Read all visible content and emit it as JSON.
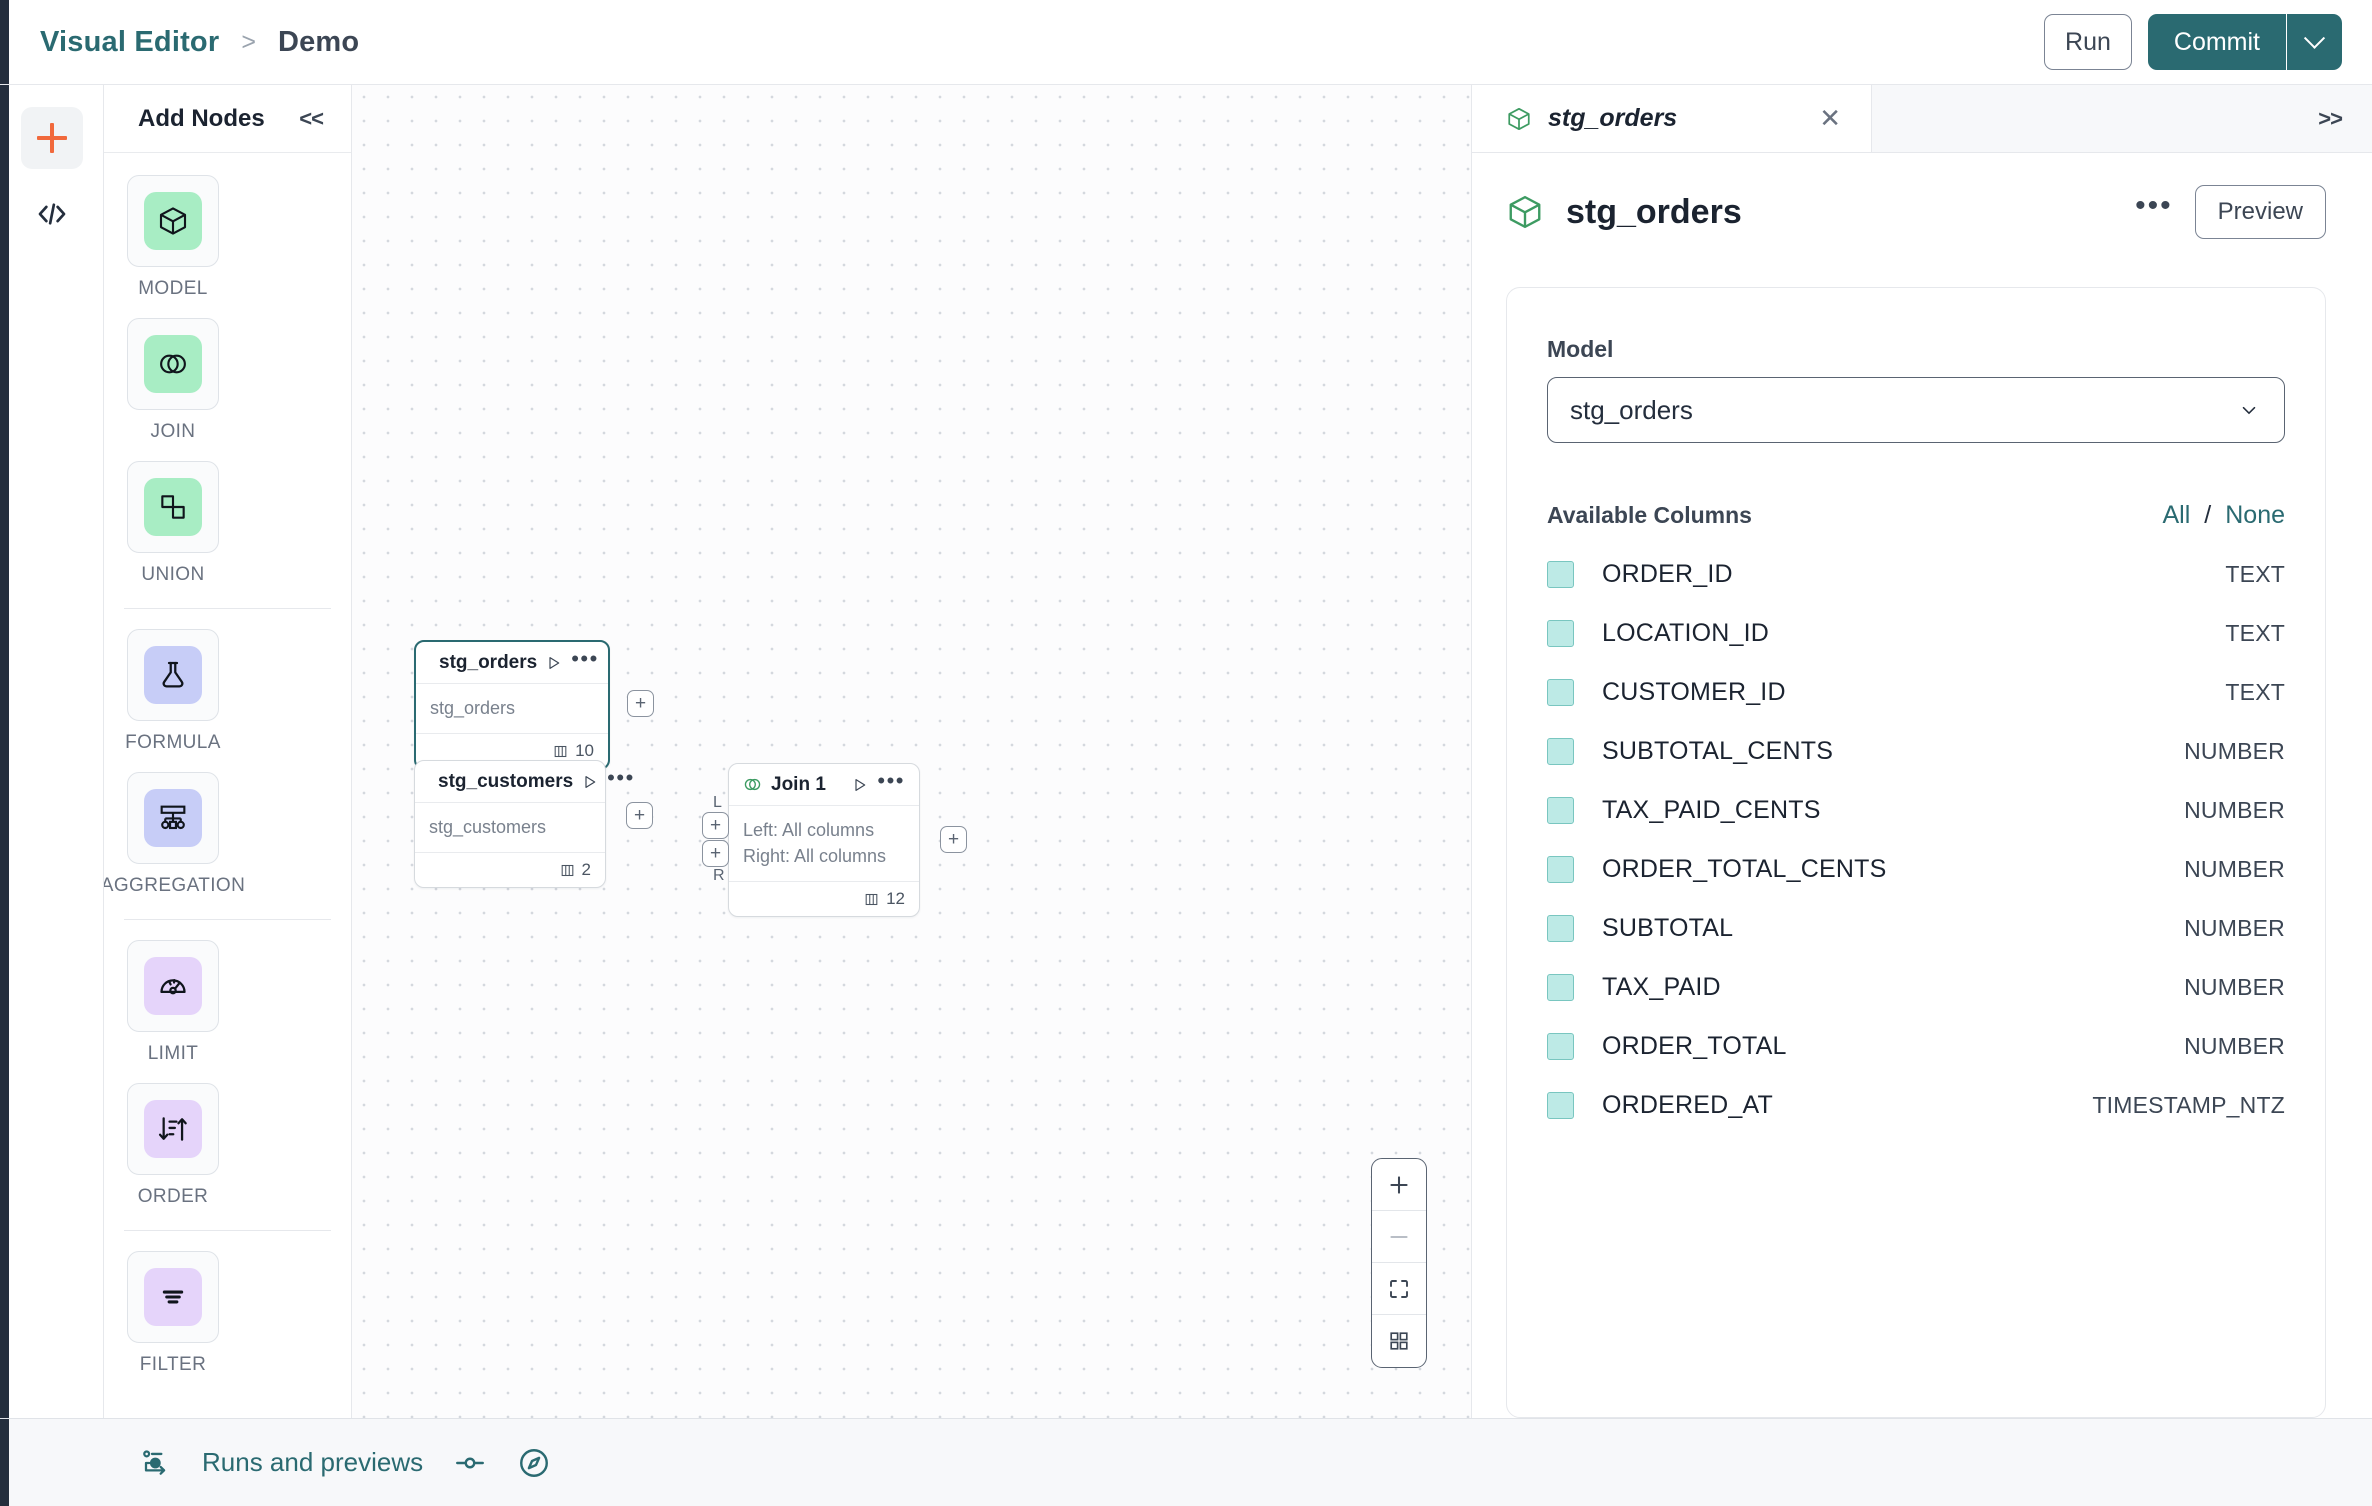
{
  "topbar": {
    "breadcrumb": {
      "root": "Visual Editor",
      "separator": ">",
      "current": "Demo"
    },
    "run_label": "Run",
    "commit_label": "Commit",
    "caret_icon": "chevron-down-icon"
  },
  "rail": {
    "add_icon": "plus-icon",
    "code_icon": "code-brackets-icon",
    "code_glyph": "</>"
  },
  "nodes_panel": {
    "title": "Add Nodes",
    "collapse_glyph": "<<",
    "groups": [
      {
        "items": [
          {
            "label": "MODEL",
            "icon": "cube-icon",
            "tint": "green"
          },
          {
            "label": "JOIN",
            "icon": "venn-circles-icon",
            "tint": "green"
          },
          {
            "label": "UNION",
            "icon": "overlapping-squares-icon",
            "tint": "green"
          }
        ]
      },
      {
        "items": [
          {
            "label": "FORMULA",
            "icon": "flask-icon",
            "tint": "blue"
          },
          {
            "label": "AGGREGATION",
            "icon": "hierarchy-icon",
            "tint": "blue"
          }
        ]
      },
      {
        "items": [
          {
            "label": "LIMIT",
            "icon": "gauge-icon",
            "tint": "purple"
          },
          {
            "label": "ORDER",
            "icon": "sort-arrows-icon",
            "tint": "purple"
          }
        ]
      },
      {
        "items": [
          {
            "label": "FILTER",
            "icon": "filter-lines-icon",
            "tint": "purple"
          }
        ]
      }
    ]
  },
  "canvas": {
    "nodes": [
      {
        "id": "stg_orders",
        "title": "stg_orders",
        "icon": "cube-icon",
        "lines": [
          "stg_orders"
        ],
        "column_count": "10",
        "selected": true
      },
      {
        "id": "stg_customers",
        "title": "stg_customers",
        "icon": "cube-icon",
        "lines": [
          "stg_customers"
        ],
        "column_count": "2",
        "selected": false
      },
      {
        "id": "join_1",
        "title": "Join 1",
        "icon": "venn-circles-icon",
        "lines": [
          "Left: All columns",
          "Right: All columns"
        ],
        "column_count": "12",
        "selected": false
      }
    ],
    "port_glyph": "+",
    "join_port_labels": {
      "left": "L",
      "right": "R"
    },
    "zoom_controls": [
      {
        "name": "zoom-in-icon",
        "glyph": "+"
      },
      {
        "name": "zoom-out-icon",
        "glyph": "–"
      },
      {
        "name": "fit-view-icon",
        "glyph": ""
      },
      {
        "name": "minimap-icon",
        "glyph": ""
      }
    ]
  },
  "inspector": {
    "tab": {
      "label": "stg_orders",
      "icon": "cube-icon",
      "close_icon": "close-icon"
    },
    "expand_glyph": ">>",
    "header": {
      "title": "stg_orders",
      "icon": "cube-icon",
      "menu_icon": "ellipsis-icon",
      "preview_label": "Preview"
    },
    "model_field": {
      "label": "Model",
      "value": "stg_orders",
      "chevron_icon": "chevron-down-icon"
    },
    "columns_section": {
      "title": "Available Columns",
      "all_label": "All",
      "separator": "/",
      "none_label": "None",
      "rows": [
        {
          "name": "ORDER_ID",
          "type": "TEXT",
          "checked": true
        },
        {
          "name": "LOCATION_ID",
          "type": "TEXT",
          "checked": true
        },
        {
          "name": "CUSTOMER_ID",
          "type": "TEXT",
          "checked": true
        },
        {
          "name": "SUBTOTAL_CENTS",
          "type": "NUMBER",
          "checked": true
        },
        {
          "name": "TAX_PAID_CENTS",
          "type": "NUMBER",
          "checked": true
        },
        {
          "name": "ORDER_TOTAL_CENTS",
          "type": "NUMBER",
          "checked": true
        },
        {
          "name": "SUBTOTAL",
          "type": "NUMBER",
          "checked": true
        },
        {
          "name": "TAX_PAID",
          "type": "NUMBER",
          "checked": true
        },
        {
          "name": "ORDER_TOTAL",
          "type": "NUMBER",
          "checked": true
        },
        {
          "name": "ORDERED_AT",
          "type": "TIMESTAMP_NTZ",
          "checked": true
        }
      ]
    }
  },
  "bottombar": {
    "runs_label": "Runs and previews",
    "runs_icon": "run-flow-icon",
    "toggle_icon": "toggle-slider-icon",
    "compass_icon": "compass-icon"
  },
  "colors": {
    "accent_teal": "#2a6a71",
    "accent_orange": "#f1693c",
    "node_green": "#a8edc4",
    "node_blue": "#c7cdf7",
    "node_purple": "#e5d4fa",
    "checkbox_teal": "#bdeae6",
    "dark_navy": "#242e3d"
  }
}
